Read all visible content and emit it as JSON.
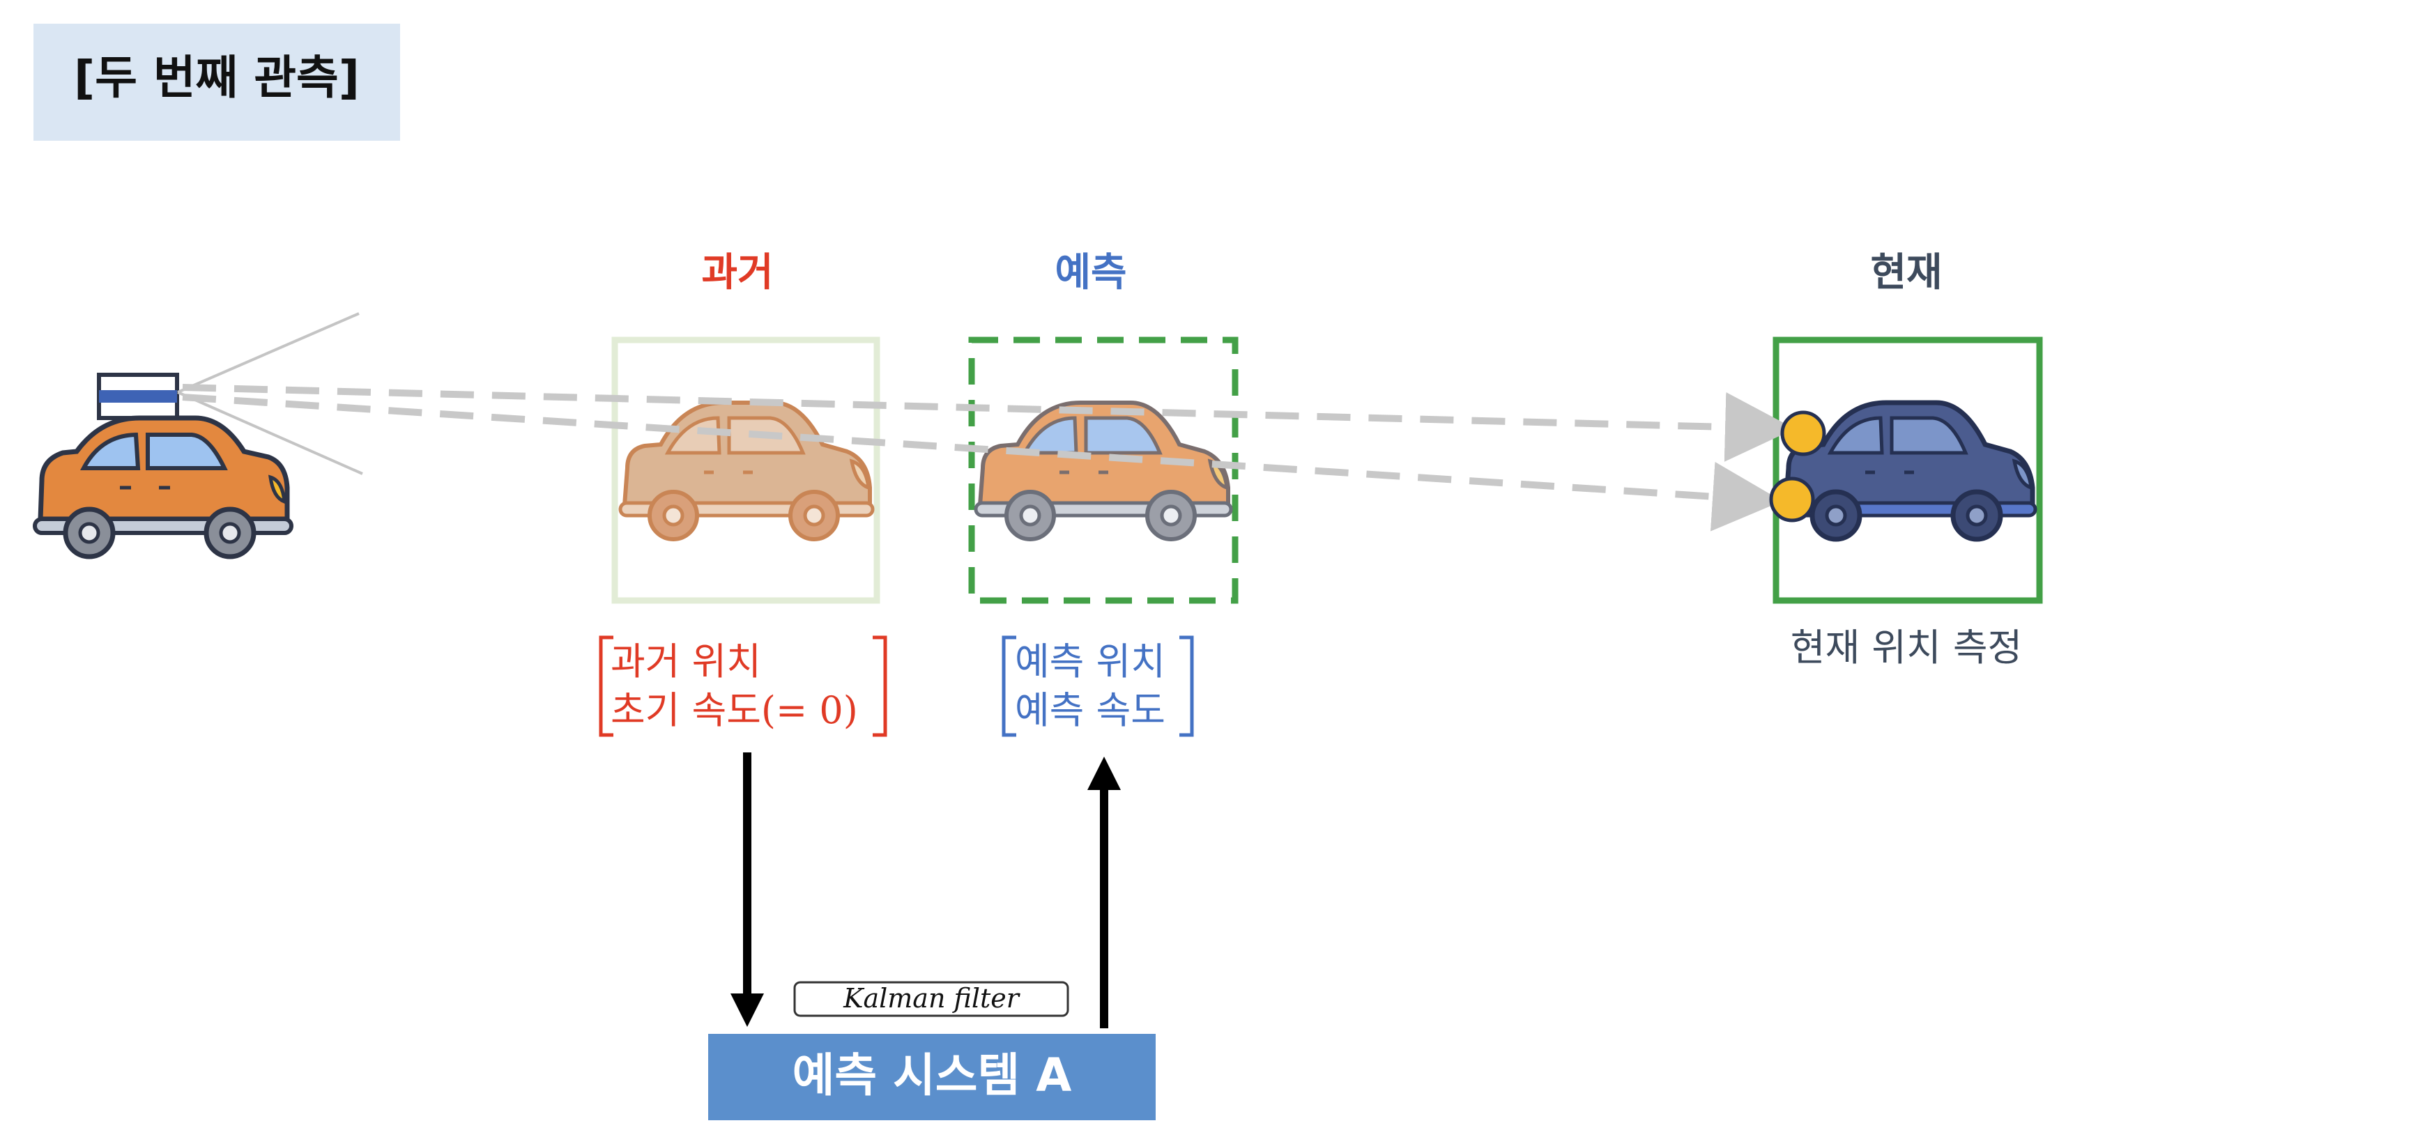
{
  "title": "[두 번째 관측]",
  "labels": {
    "past": "과거",
    "prediction": "예측",
    "current": "현재"
  },
  "past_state": {
    "line1": "과거 위치",
    "line2": "초기 속도",
    "line2_suffix": "(= 0)"
  },
  "predicted_state": {
    "line1": "예측 위치",
    "line2": "예측 속도"
  },
  "current_measurement": "현재 위치 측정",
  "filter_tag": "Kalman filter",
  "system_box": "예측 시스템 A",
  "colors": {
    "title_bg": "#dae6f3",
    "past": "#e03a25",
    "prediction": "#4472c4",
    "current": "#3d4a5c",
    "past_box": "#e2ecd6",
    "prediction_box": "#43a047",
    "current_box": "#43a047",
    "system_box": "#5b8fcc",
    "dash_lines": "#c8c8c8",
    "point": "#f5b92a"
  },
  "icons": {
    "observer": "car-with-sensor-icon",
    "past_car": "faded-car-icon",
    "predicted_car": "car-icon",
    "current_car": "navy-car-icon",
    "points": "measurement-point-icon"
  }
}
